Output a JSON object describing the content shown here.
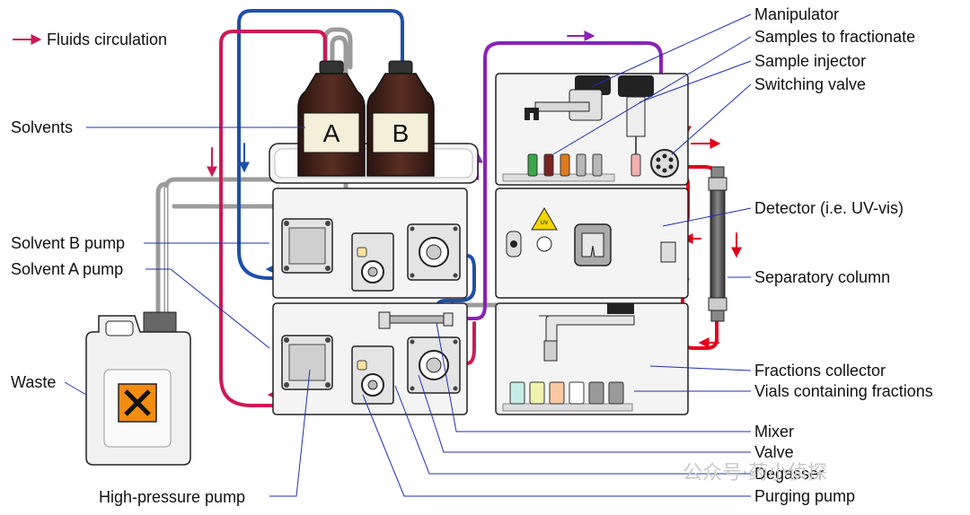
{
  "legend": {
    "text": "Fluids circulation"
  },
  "labels": {
    "solvents": "Solvents",
    "solvent_b_pump": "Solvent B pump",
    "solvent_a_pump": "Solvent A pump",
    "waste": "Waste",
    "high_pressure_pump": "High-pressure pump",
    "manipulator": "Manipulator",
    "samples_to_fractionate": "Samples to fractionate",
    "sample_injector": "Sample injector",
    "switching_valve": "Switching valve",
    "detector": "Detector (i.e. UV-vis)",
    "separatory_column": "Separatory column",
    "fractions_collector": "Fractions collector",
    "vials_containing_fractions": "Vials containing fractions",
    "mixer": "Mixer",
    "valve": "Valve",
    "degasser": "Degasser",
    "purging_pump": "Purging pump"
  },
  "bottles": {
    "a": "A",
    "b": "B"
  },
  "detector_badge": "UV",
  "watermark": "公众号·药小侦探",
  "colors": {
    "red": "#e3001b",
    "crimson": "#cc1a55",
    "blue": "#1f4fa8",
    "purple": "#8b22b8",
    "gray_tube": "#9b9b9b",
    "hazard": "#f28c12"
  }
}
